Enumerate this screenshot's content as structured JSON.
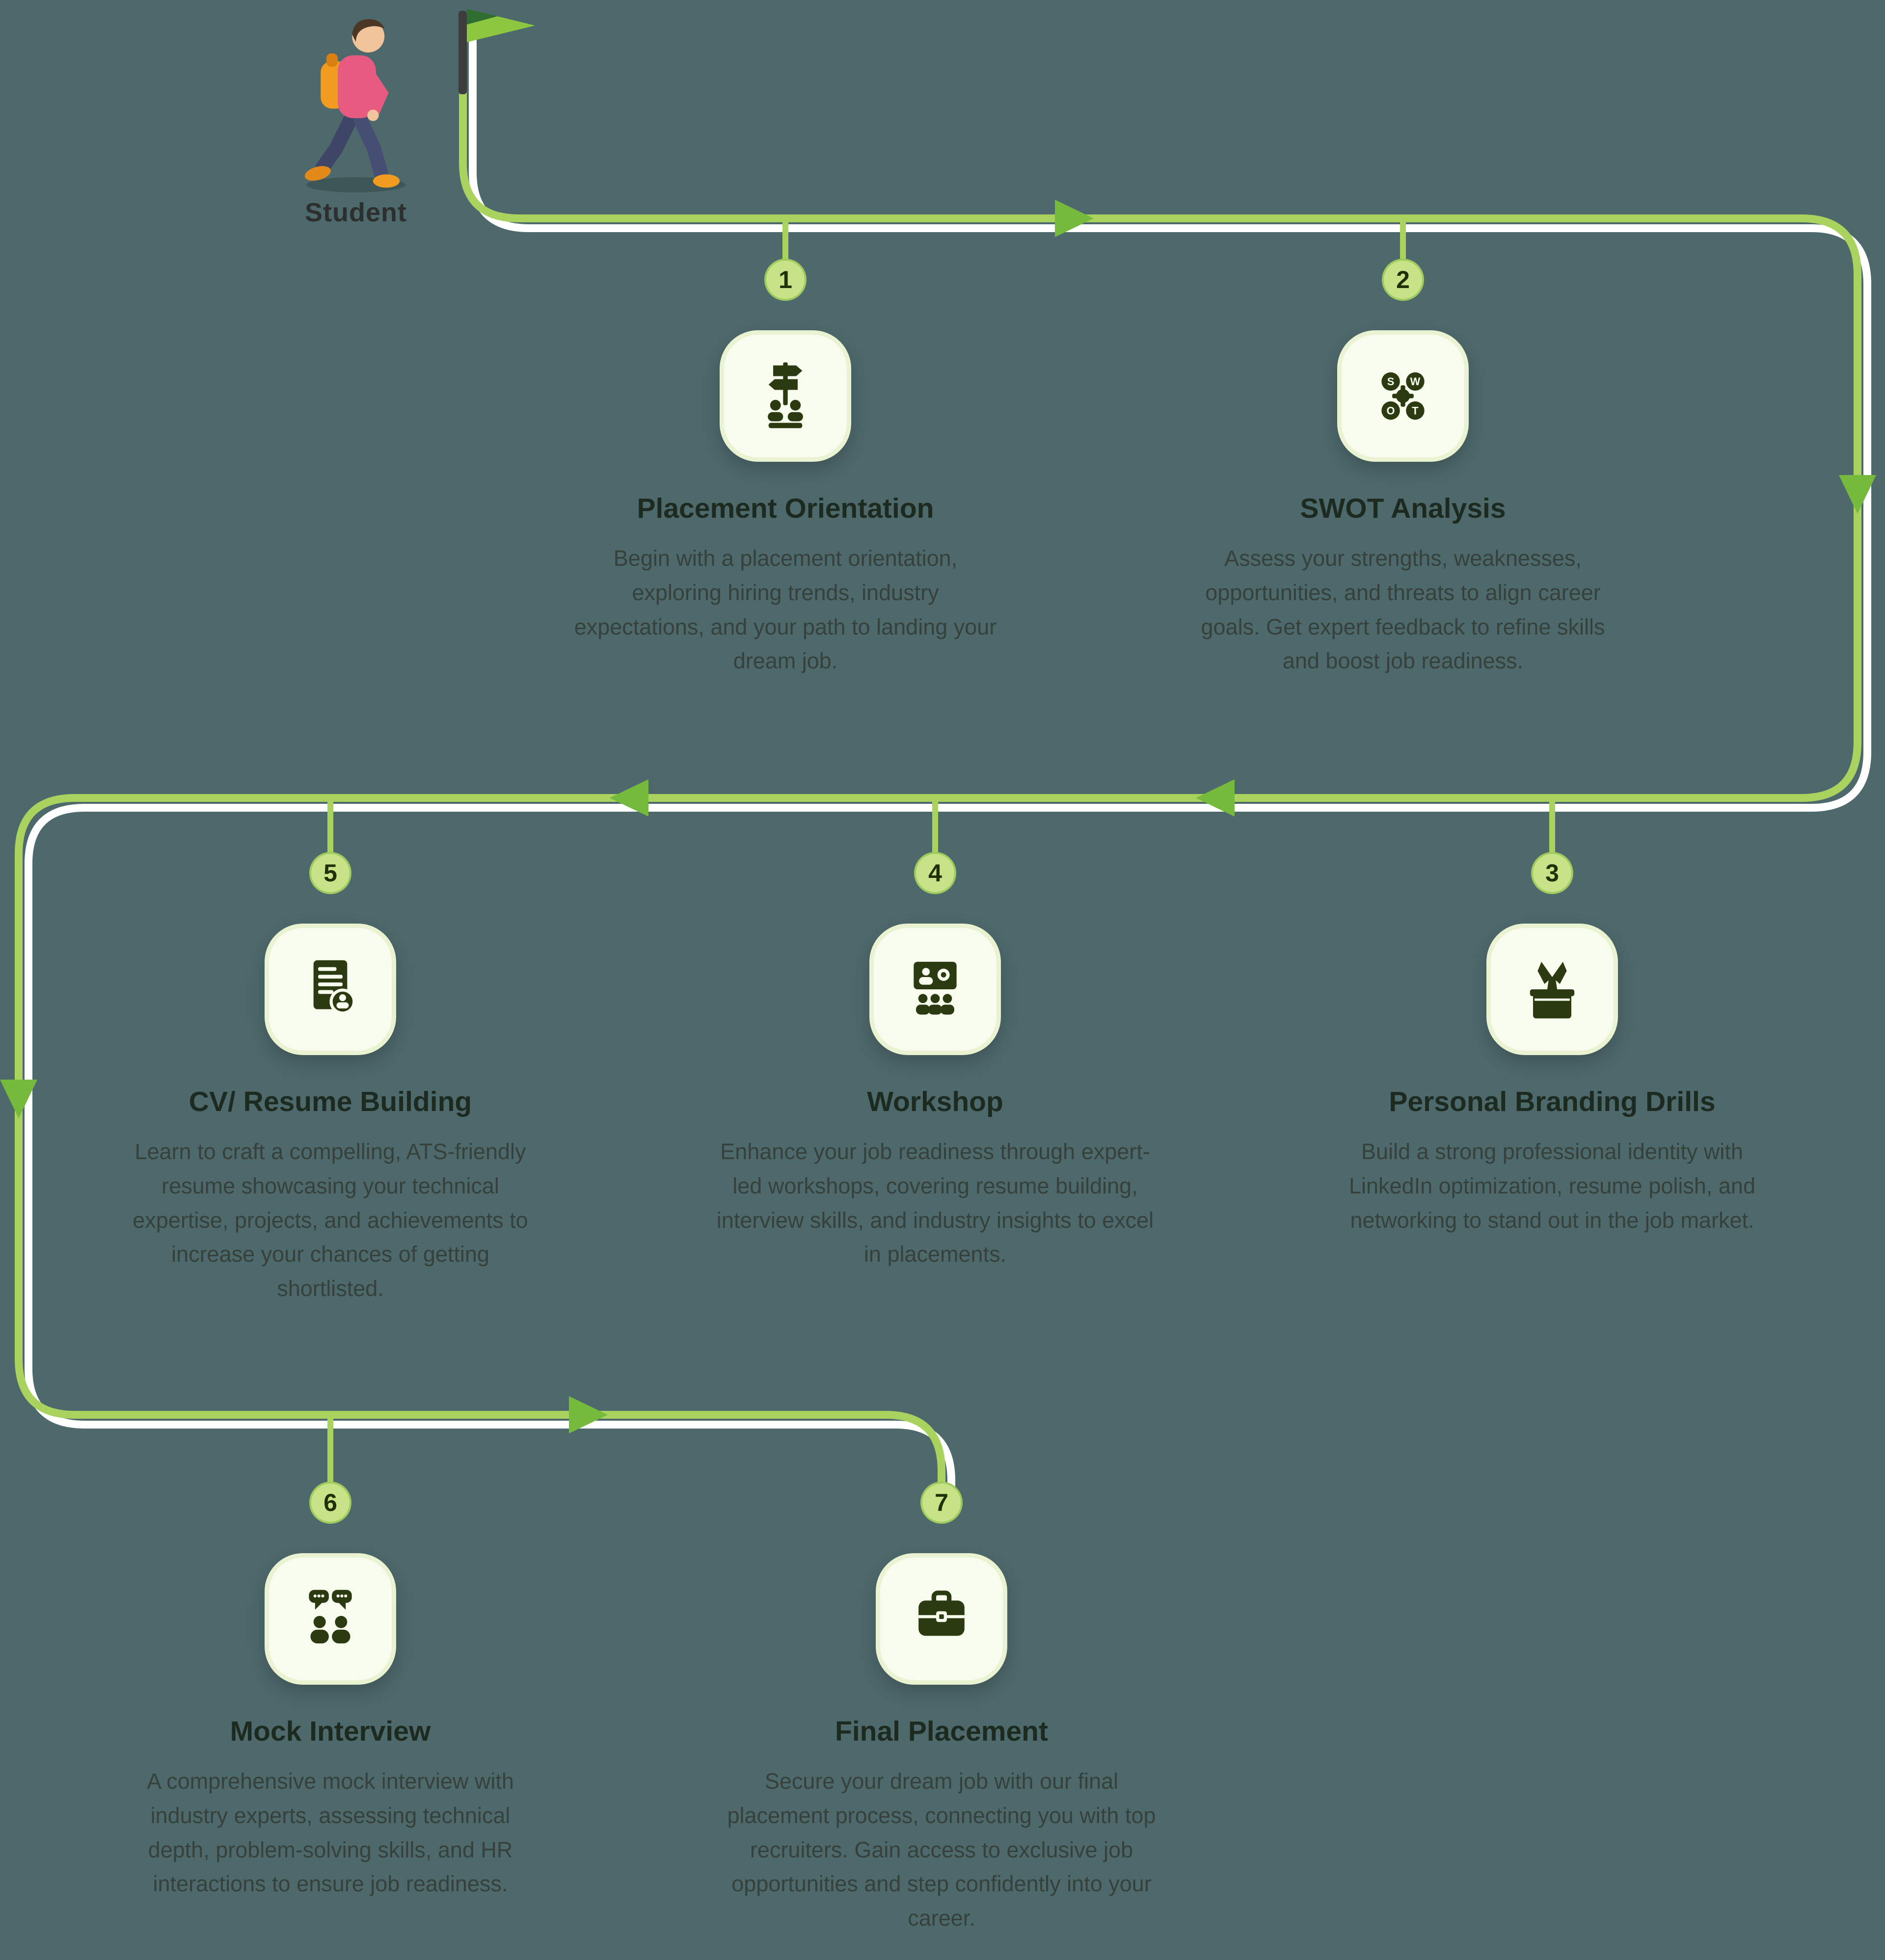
{
  "palette": {
    "background": "#4e696c",
    "path_green": "#a9d35e",
    "path_white": "#ffffff",
    "arrow_green": "#76ba3d",
    "card_bg": "#f8fcee",
    "icon_dark": "#2b3a11",
    "number_bg": "#c8e387",
    "number_text": "#223008",
    "title_color": "#1c2a1f",
    "body_color": "#35413a"
  },
  "start": {
    "label": "Student",
    "figure_icon": "walking-student-illustration",
    "flag_icon": "start-flag-icon"
  },
  "steps": [
    {
      "number": "1",
      "title": "Placement Orientation",
      "description": "Begin with a placement orientation, exploring hiring trends, industry expectations, and your path to landing your dream job.",
      "icon": "signpost-meeting-icon"
    },
    {
      "number": "2",
      "title": "SWOT Analysis",
      "description": "Assess your strengths, weaknesses, opportunities, and threats to align career goals. Get expert feedback to refine skills and boost job readiness.",
      "icon": "swot-gears-icon"
    },
    {
      "number": "3",
      "title": "Personal Branding Drills",
      "description": "Build a strong professional identity with LinkedIn optimization, resume polish, and networking to stand out in the job market.",
      "icon": "tie-in-box-icon"
    },
    {
      "number": "4",
      "title": "Workshop",
      "description": "Enhance your job readiness through expert-led workshops, covering resume building, interview skills, and industry insights to excel in placements.",
      "icon": "webinar-presentation-icon"
    },
    {
      "number": "5",
      "title": "CV/ Resume Building",
      "description": "Learn to craft a compelling, ATS-friendly resume showcasing your technical expertise, projects, and achievements to increase your chances of getting shortlisted.",
      "icon": "resume-document-icon"
    },
    {
      "number": "6",
      "title": "Mock Interview",
      "description": "A comprehensive mock interview with industry experts, assessing technical depth, problem-solving skills, and HR interactions to ensure job readiness.",
      "icon": "interview-chat-icon"
    },
    {
      "number": "7",
      "title": "Final Placement",
      "description": "Secure your dream job with our final placement process, connecting you with top recruiters. Gain access to exclusive job opportunities and step confidently into your career.",
      "icon": "briefcase-icon"
    }
  ]
}
